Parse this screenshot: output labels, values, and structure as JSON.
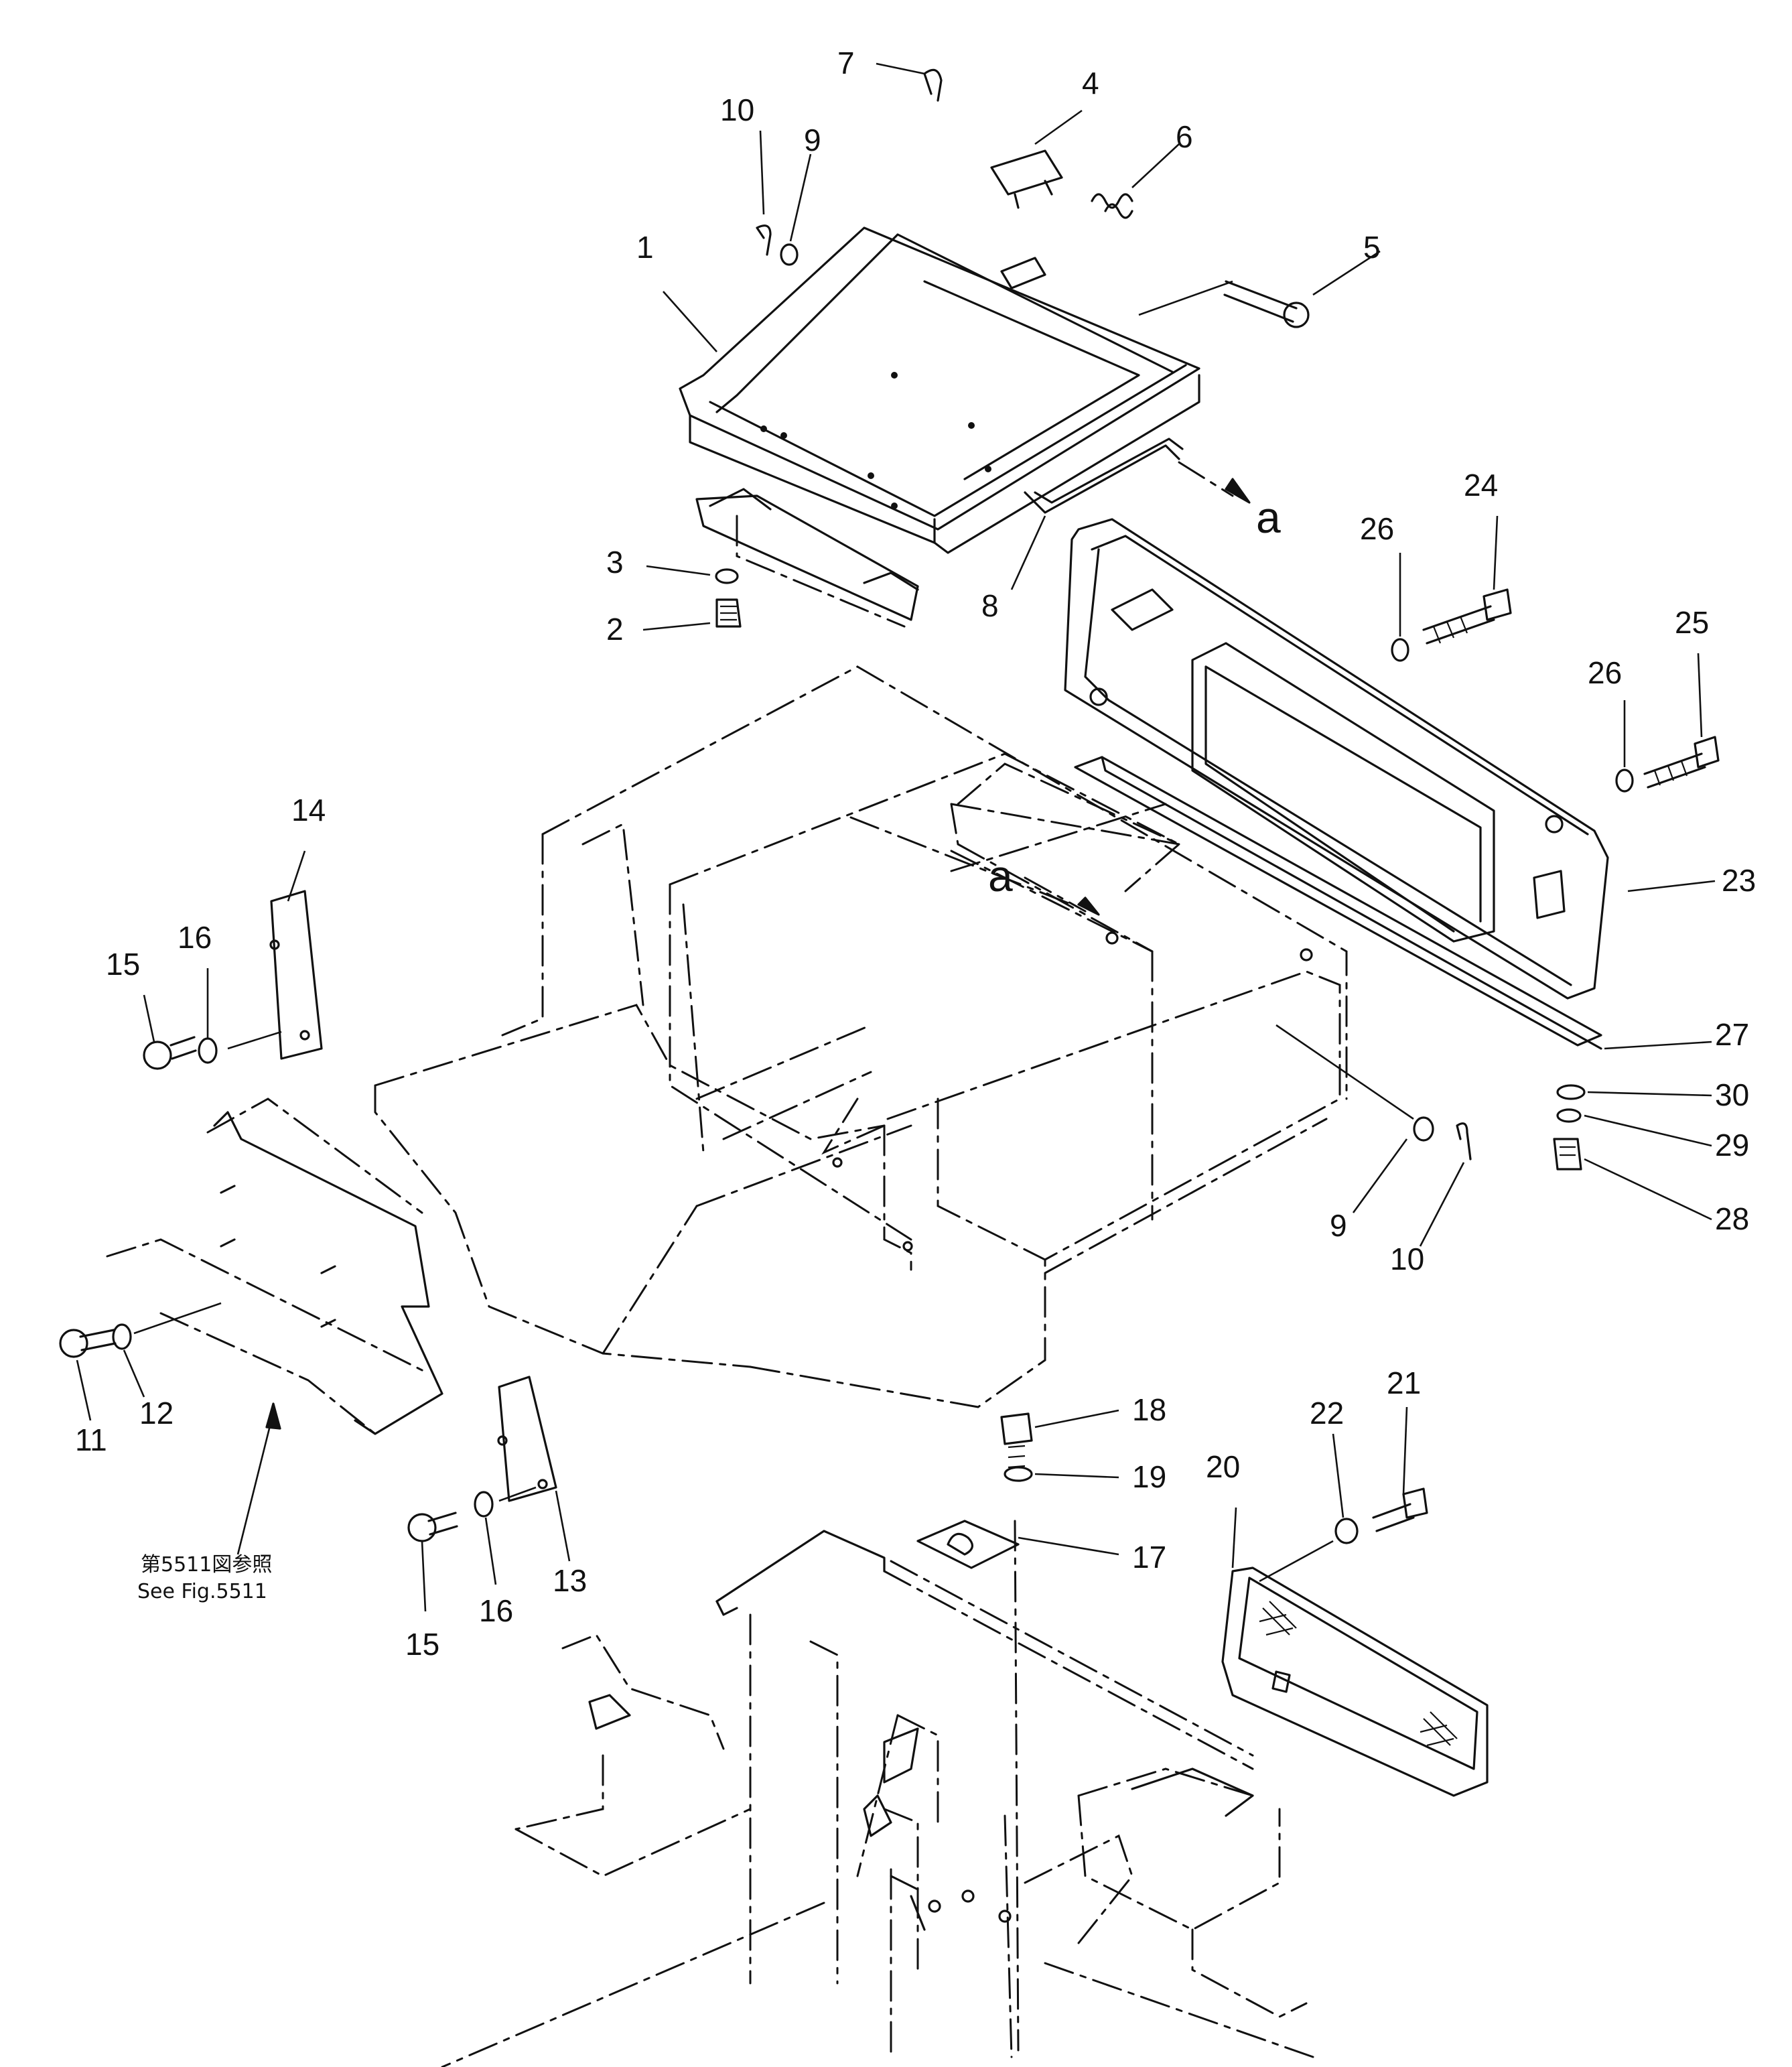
{
  "callouts": {
    "p1": "1",
    "p2": "2",
    "p3": "3",
    "p4": "4",
    "p5": "5",
    "p6": "6",
    "p7": "7",
    "p8": "8",
    "p9a": "9",
    "p9b": "9",
    "p10a": "10",
    "p10b": "10",
    "p11": "11",
    "p12": "12",
    "p13": "13",
    "p14": "14",
    "p15a": "15",
    "p15b": "15",
    "p16a": "16",
    "p16b": "16",
    "p17": "17",
    "p18": "18",
    "p19": "19",
    "p20": "20",
    "p21": "21",
    "p22": "22",
    "p23": "23",
    "p24": "24",
    "p25": "25",
    "p26a": "26",
    "p26b": "26",
    "p27": "27",
    "p28": "28",
    "p29": "29",
    "p30": "30"
  },
  "arrow_labels": {
    "a_top": "a",
    "a_mid": "a"
  },
  "reference": {
    "jp": "第5511図参照",
    "en": "See Fig.5511"
  }
}
